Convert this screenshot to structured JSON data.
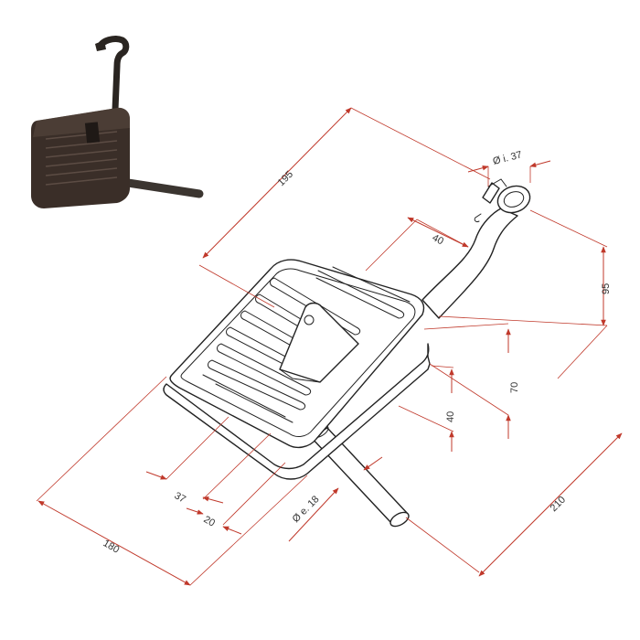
{
  "diagram": {
    "photo": {
      "alt": ""
    },
    "dimensions": {
      "d195": "195",
      "d_inner": "Ø i. 37",
      "d40_top": "40",
      "d95": "95",
      "d70": "70",
      "d40_right": "40",
      "d210": "210",
      "d180": "180",
      "d37": "37",
      "d20": "20",
      "d_outer": "Ø e. 18"
    },
    "colors": {
      "dimension_line": "#c0392b",
      "drawing_line": "#222222",
      "photo_body": "#3a2e28"
    }
  }
}
